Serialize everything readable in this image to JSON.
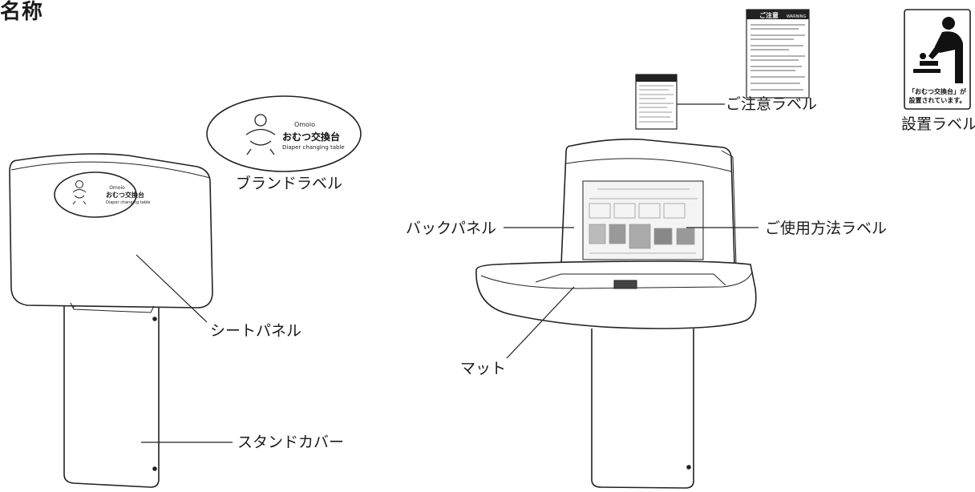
{
  "title": "名称",
  "labels": {
    "brand_label": "ブランドラベル",
    "seat_panel": "シートパネル",
    "stand_cover": "スタンドカバー",
    "back_panel": "バックパネル",
    "mat": "マット",
    "caution_label": "ご注意ラベル",
    "usage_label": "ご使用方法ラベル",
    "install_label": "設置ラベル"
  },
  "brand_badge": {
    "logo": "Omoio",
    "name_jp": "おむつ交換台",
    "name_en": "Diaper changing table"
  },
  "caution_card": {
    "heading": "ご注意",
    "heading_en": "WARNING"
  },
  "install_sign": {
    "line1": "「おむつ交換台」が",
    "line2": "設置されています。"
  }
}
